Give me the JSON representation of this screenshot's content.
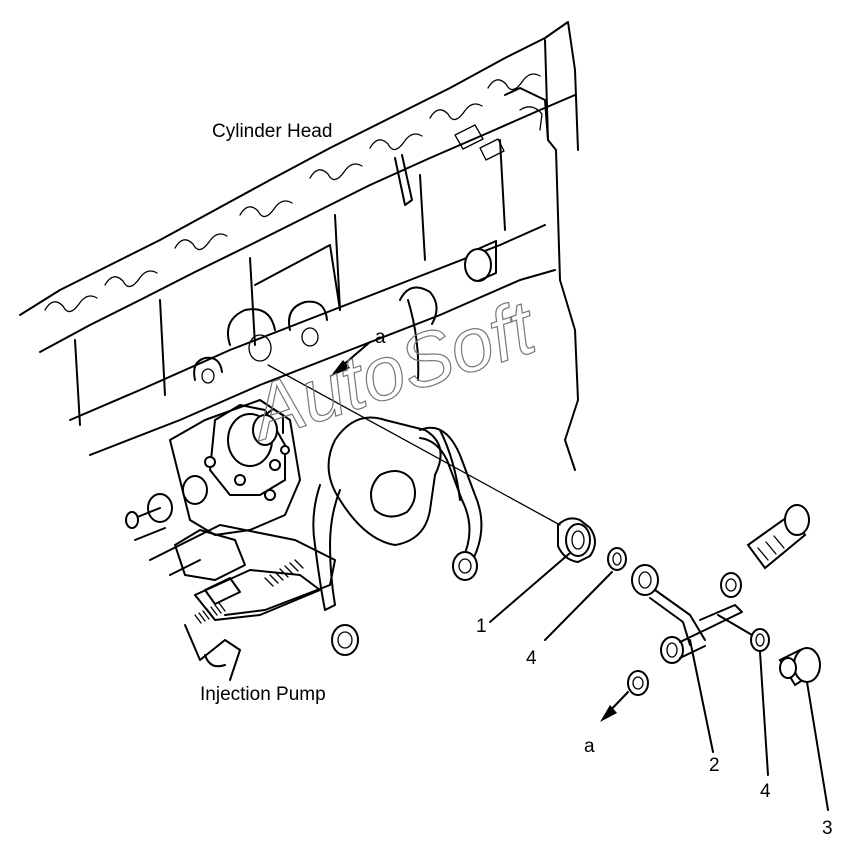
{
  "labels": {
    "cylinder_head": "Cylinder Head",
    "injection_pump": "Injection Pump"
  },
  "watermark": "AutoSoft",
  "callouts": {
    "ref_a_top": "a",
    "ref_a_bottom": "a",
    "part_1": "1",
    "part_2": "2",
    "part_3": "3",
    "part_4_left": "4",
    "part_4_right": "4"
  }
}
